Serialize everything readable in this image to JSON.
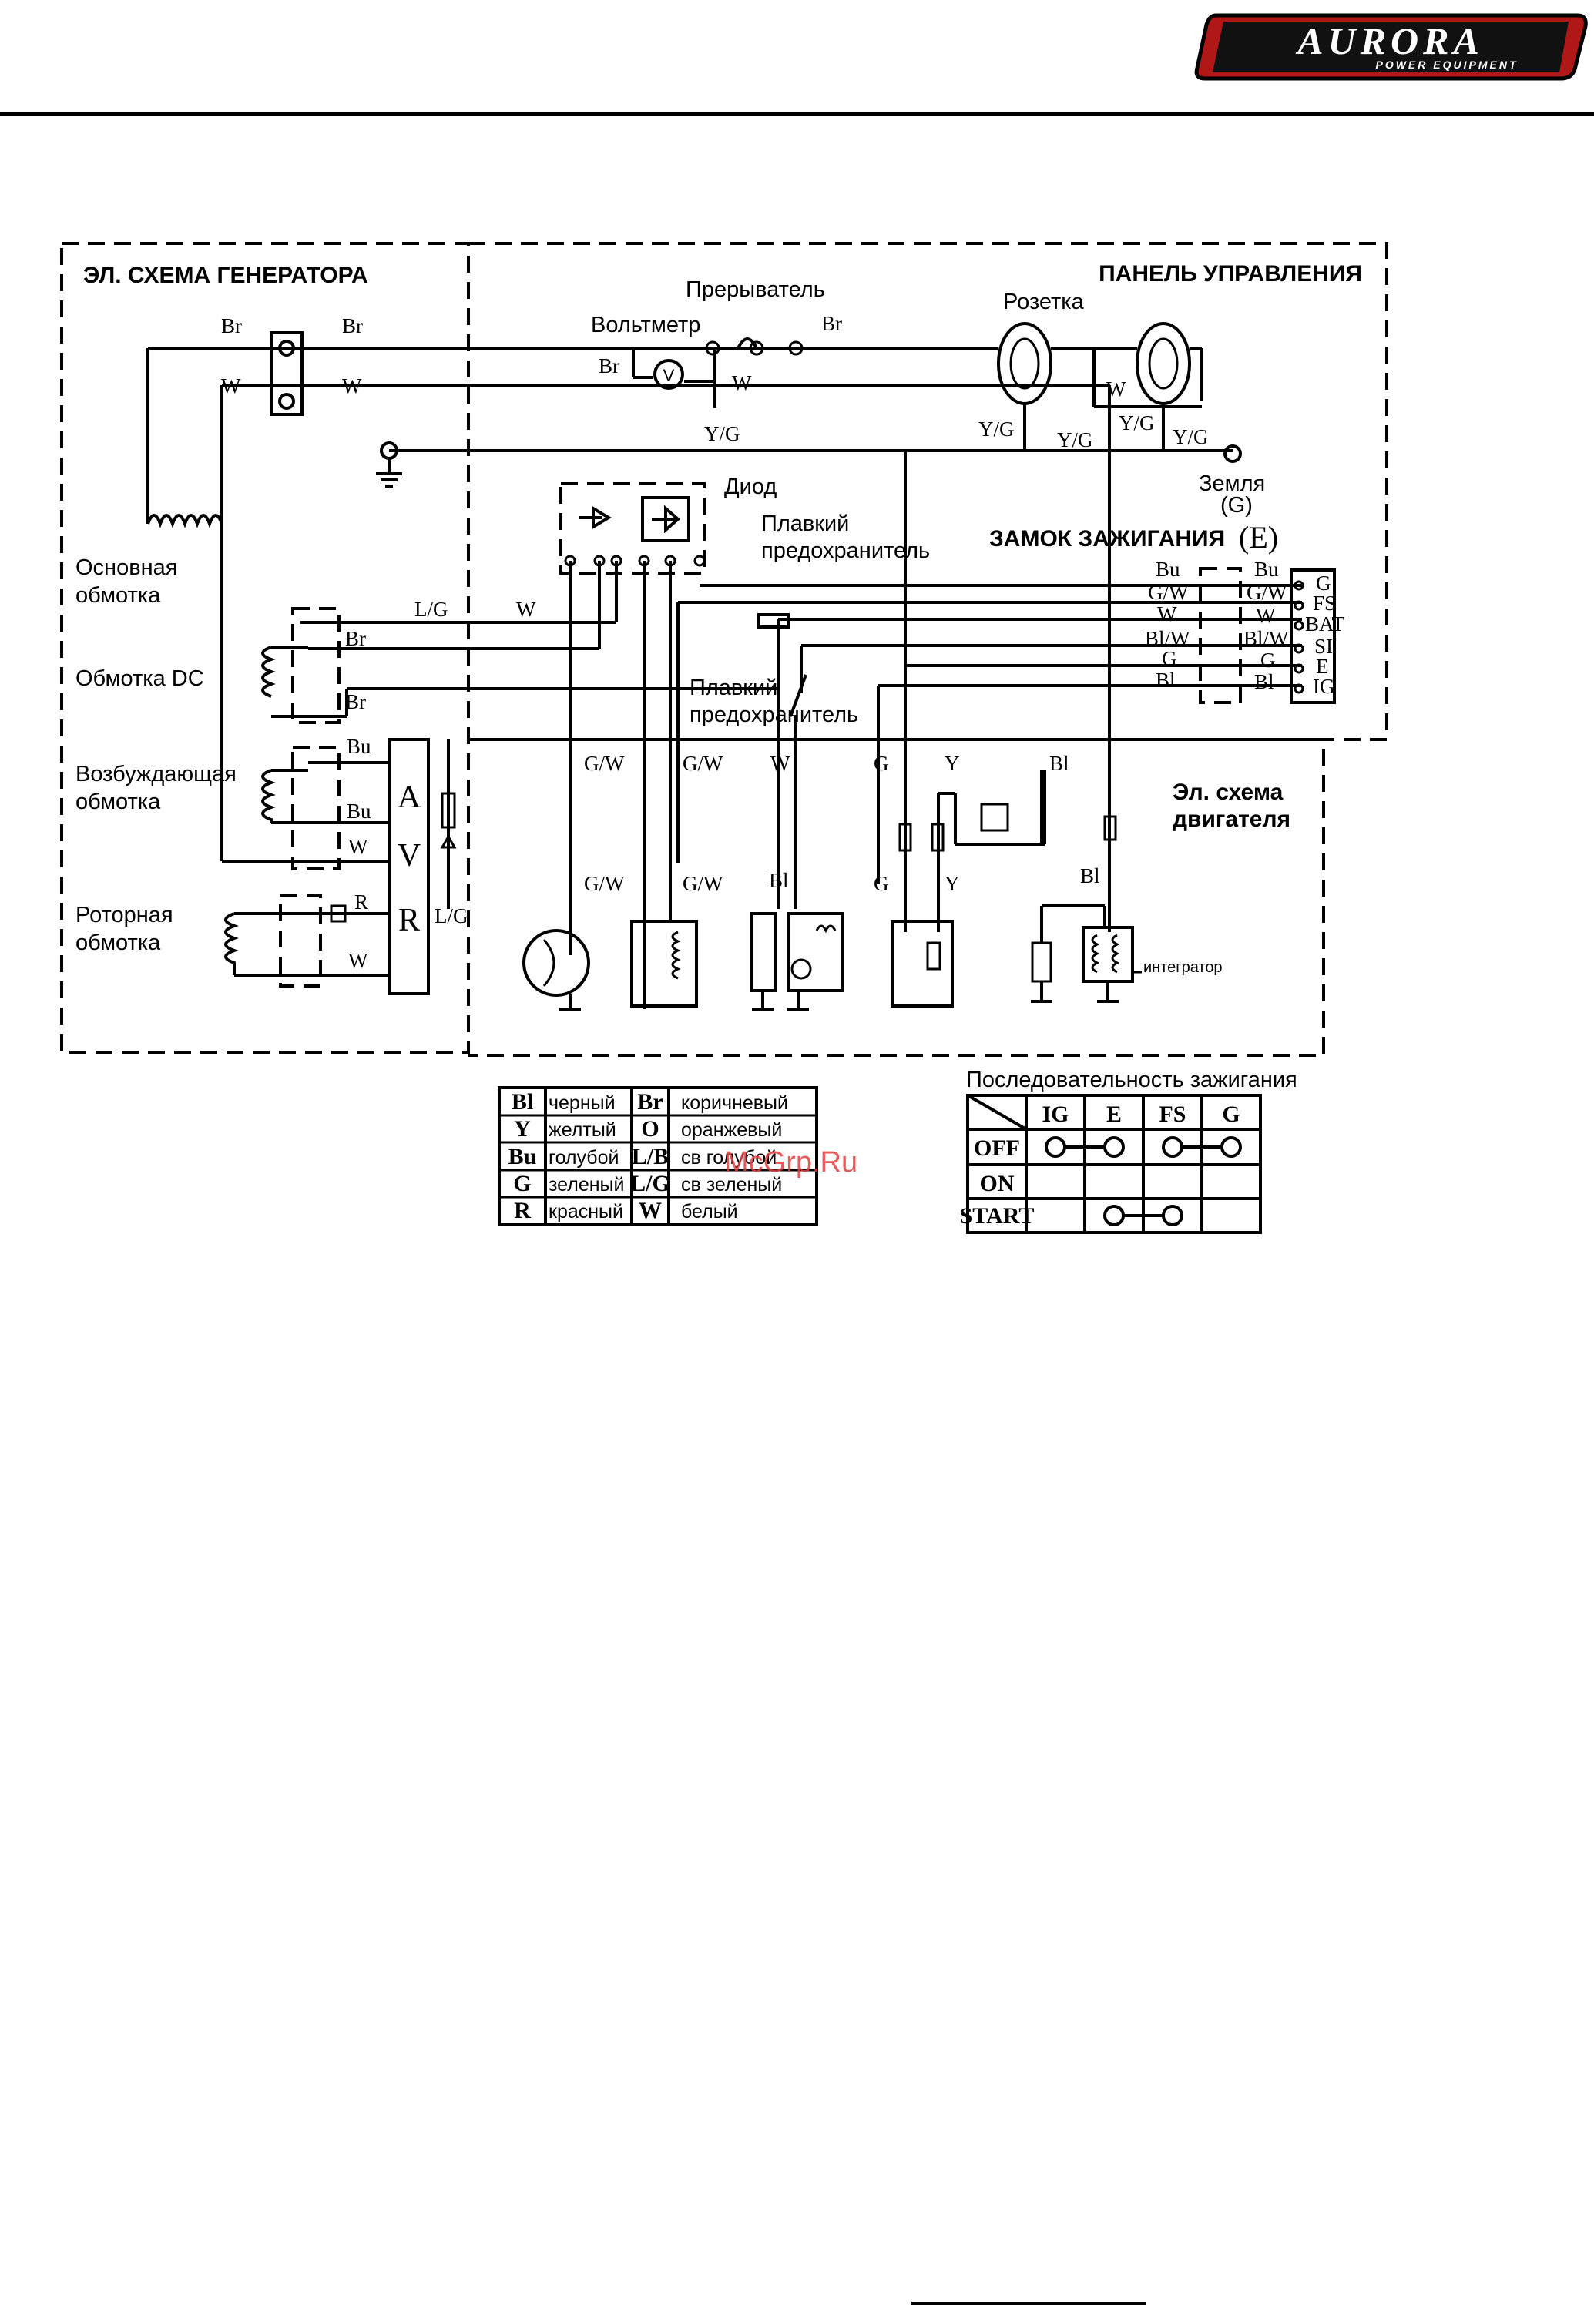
{
  "header": {
    "brand": "AURORA",
    "tagline": "POWER EQUIPMENT"
  },
  "watermark": "McGrp.Ru",
  "sections": {
    "generator": "ЭЛ. СХЕМА ГЕНЕРАТОРА",
    "control_panel": "ПАНЕЛЬ УПРАВЛЕНИЯ",
    "ignition_switch": "ЗАМОК ЗАЖИГАНИЯ",
    "ignition_switch_code": "(E)",
    "engine": [
      "Эл. схема",
      "двигателя"
    ]
  },
  "components": {
    "breaker": "Прерыватель",
    "voltmeter": "Вольтметр",
    "socket": "Розетка",
    "diode": "Диод",
    "fuse1": [
      "Плавкий",
      "предохранитель"
    ],
    "fuse2": [
      "Плавкий",
      "предохранитель"
    ],
    "ground": "Земля",
    "ground_code": "(G)",
    "main_winding": [
      "Основная",
      "обмотка"
    ],
    "dc_winding": "Обмотка DC",
    "excitation_winding": [
      "Возбуждающая",
      "обмотка"
    ],
    "rotor_winding": [
      "Роторная",
      "обмотка"
    ],
    "integrator": "интегратор",
    "avr_letters": [
      "A",
      "V",
      "R"
    ],
    "voltmeter_symbol": "V"
  },
  "wire_labels": {
    "br": "Br",
    "w": "W",
    "yg": "Y/G",
    "lg": "L/G",
    "bu": "Bu",
    "gw": "G/W",
    "blw": "Bl/W",
    "g": "G",
    "bl": "Bl",
    "y": "Y",
    "r": "R"
  },
  "switch_terminals": [
    "G",
    "FS",
    "BAT",
    "SI",
    "E",
    "IG"
  ],
  "legend": {
    "rows": [
      {
        "code1": "Bl",
        "color1": "черный",
        "code2": "Br",
        "color2": "коричневый"
      },
      {
        "code1": "Y",
        "color1": "желтый",
        "code2": "O",
        "color2": "оранжевый"
      },
      {
        "code1": "Bu",
        "color1": "голубой",
        "code2": "L/B",
        "color2": "св голубой"
      },
      {
        "code1": "G",
        "color1": "зеленый",
        "code2": "L/G",
        "color2": "св зеленый"
      },
      {
        "code1": "R",
        "color1": "красный",
        "code2": "W",
        "color2": "белый"
      }
    ]
  },
  "ignition_sequence": {
    "title": "Последовательность зажигания",
    "columns": [
      "IG",
      "E",
      "FS",
      "G"
    ],
    "rows": [
      {
        "label": "OFF",
        "connected": [
          "IG",
          "E",
          "FS",
          "G"
        ]
      },
      {
        "label": "ON",
        "connected": []
      },
      {
        "label": "START",
        "connected": [
          "E",
          "FS"
        ]
      }
    ]
  }
}
